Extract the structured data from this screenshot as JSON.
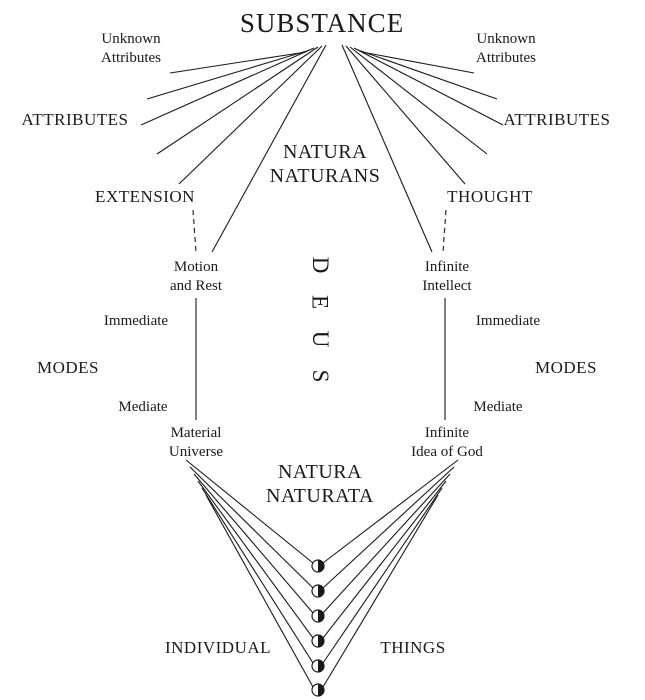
{
  "diagram": {
    "substance": "SUBSTANCE",
    "natura_naturans": {
      "line1": "NATURA",
      "line2": "NATURANS"
    },
    "natura_naturata": {
      "line1": "NATURA",
      "line2": "NATURATA"
    },
    "deus": {
      "l1": "D",
      "l2": "E",
      "l3": "U",
      "l4": "S"
    },
    "left": {
      "unknown_attributes": {
        "line1": "Unknown",
        "line2": "Attributes"
      },
      "attributes": "ATTRIBUTES",
      "attribute_name": "EXTENSION",
      "immediate_mode": {
        "line1": "Motion",
        "line2": "and Rest"
      },
      "immediate": "Immediate",
      "modes": "MODES",
      "mediate": "Mediate",
      "mediate_mode": {
        "line1": "Material",
        "line2": "Universe"
      }
    },
    "right": {
      "unknown_attributes": {
        "line1": "Unknown",
        "line2": "Attributes"
      },
      "attributes": "ATTRIBUTES",
      "attribute_name": "THOUGHT",
      "immediate_mode": {
        "line1": "Infinite",
        "line2": "Intellect"
      },
      "immediate": "Immediate",
      "modes": "MODES",
      "mediate": "Mediate",
      "mediate_mode": {
        "line1": "Infinite",
        "line2": "Idea of God"
      }
    },
    "individual_things": {
      "word1": "INDIVIDUAL",
      "word2": "THINGS"
    },
    "colors": {
      "ink": "#1a1a1a",
      "background": "#ffffff"
    },
    "icons": {
      "individual_thing_node": "half-shaded-circle"
    }
  }
}
